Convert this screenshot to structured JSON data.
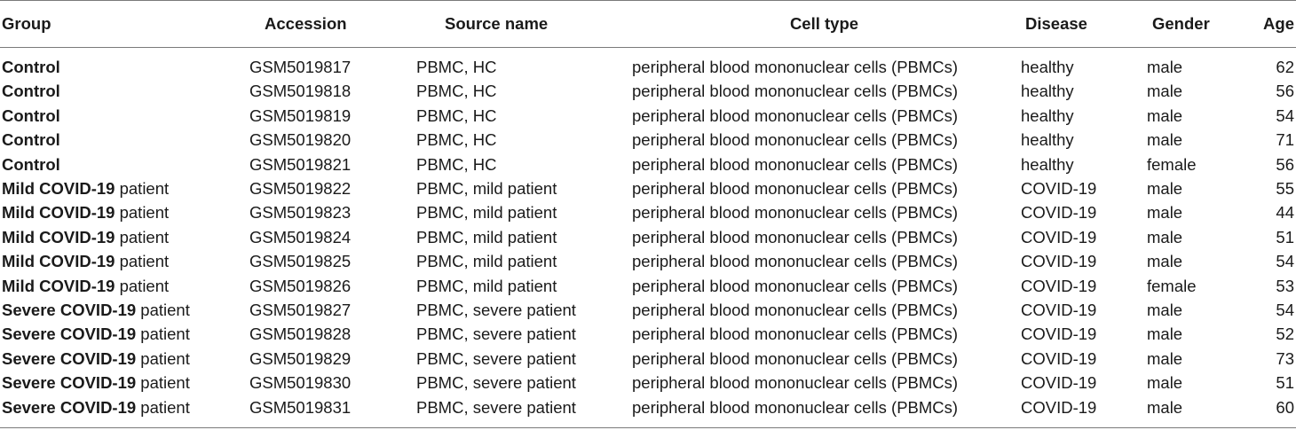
{
  "table": {
    "headers": {
      "group": "Group",
      "accession": "Accession",
      "source_name": "Source name",
      "cell_type": "Cell type",
      "disease": "Disease",
      "gender": "Gender",
      "age": "Age"
    },
    "rows": [
      {
        "group_bold": "Control",
        "group_rest": "",
        "accession": "GSM5019817",
        "source_name": "PBMC, HC",
        "cell_type": "peripheral blood mononuclear cells (PBMCs)",
        "disease": "healthy",
        "gender": "male",
        "age": "62"
      },
      {
        "group_bold": "Control",
        "group_rest": "",
        "accession": "GSM5019818",
        "source_name": "PBMC, HC",
        "cell_type": "peripheral blood mononuclear cells (PBMCs)",
        "disease": "healthy",
        "gender": "male",
        "age": "56"
      },
      {
        "group_bold": "Control",
        "group_rest": "",
        "accession": "GSM5019819",
        "source_name": "PBMC, HC",
        "cell_type": "peripheral blood mononuclear cells (PBMCs)",
        "disease": "healthy",
        "gender": "male",
        "age": "54"
      },
      {
        "group_bold": "Control",
        "group_rest": "",
        "accession": "GSM5019820",
        "source_name": "PBMC, HC",
        "cell_type": "peripheral blood mononuclear cells (PBMCs)",
        "disease": "healthy",
        "gender": "male",
        "age": "71"
      },
      {
        "group_bold": "Control",
        "group_rest": "",
        "accession": "GSM5019821",
        "source_name": "PBMC, HC",
        "cell_type": "peripheral blood mononuclear cells (PBMCs)",
        "disease": "healthy",
        "gender": "female",
        "age": "56"
      },
      {
        "group_bold": "Mild COVID-19",
        "group_rest": " patient",
        "accession": "GSM5019822",
        "source_name": "PBMC, mild patient",
        "cell_type": "peripheral blood mononuclear cells (PBMCs)",
        "disease": "COVID-19",
        "gender": "male",
        "age": "55"
      },
      {
        "group_bold": "Mild COVID-19",
        "group_rest": " patient",
        "accession": "GSM5019823",
        "source_name": "PBMC, mild patient",
        "cell_type": "peripheral blood mononuclear cells (PBMCs)",
        "disease": "COVID-19",
        "gender": "male",
        "age": "44"
      },
      {
        "group_bold": "Mild COVID-19",
        "group_rest": " patient",
        "accession": "GSM5019824",
        "source_name": "PBMC, mild patient",
        "cell_type": "peripheral blood mononuclear cells (PBMCs)",
        "disease": "COVID-19",
        "gender": "male",
        "age": "51"
      },
      {
        "group_bold": "Mild COVID-19",
        "group_rest": " patient",
        "accession": "GSM5019825",
        "source_name": "PBMC, mild patient",
        "cell_type": "peripheral blood mononuclear cells (PBMCs)",
        "disease": "COVID-19",
        "gender": "male",
        "age": "54"
      },
      {
        "group_bold": "Mild COVID-19",
        "group_rest": " patient",
        "accession": "GSM5019826",
        "source_name": "PBMC, mild patient",
        "cell_type": "peripheral blood mononuclear cells (PBMCs)",
        "disease": "COVID-19",
        "gender": "female",
        "age": "53"
      },
      {
        "group_bold": "Severe COVID-19",
        "group_rest": " patient",
        "accession": "GSM5019827",
        "source_name": "PBMC, severe patient",
        "cell_type": "peripheral blood mononuclear cells (PBMCs)",
        "disease": "COVID-19",
        "gender": "male",
        "age": "54"
      },
      {
        "group_bold": "Severe COVID-19",
        "group_rest": " patient",
        "accession": "GSM5019828",
        "source_name": "PBMC, severe patient",
        "cell_type": "peripheral blood mononuclear cells (PBMCs)",
        "disease": "COVID-19",
        "gender": "male",
        "age": "52"
      },
      {
        "group_bold": "Severe COVID-19",
        "group_rest": " patient",
        "accession": "GSM5019829",
        "source_name": "PBMC, severe patient",
        "cell_type": "peripheral blood mononuclear cells (PBMCs)",
        "disease": "COVID-19",
        "gender": "male",
        "age": "73"
      },
      {
        "group_bold": "Severe COVID-19",
        "group_rest": " patient",
        "accession": "GSM5019830",
        "source_name": "PBMC, severe patient",
        "cell_type": "peripheral blood mononuclear cells (PBMCs)",
        "disease": "COVID-19",
        "gender": "male",
        "age": "51"
      },
      {
        "group_bold": "Severe COVID-19",
        "group_rest": " patient",
        "accession": "GSM5019831",
        "source_name": "PBMC, severe patient",
        "cell_type": "peripheral blood mononuclear cells (PBMCs)",
        "disease": "COVID-19",
        "gender": "male",
        "age": "60"
      }
    ]
  }
}
